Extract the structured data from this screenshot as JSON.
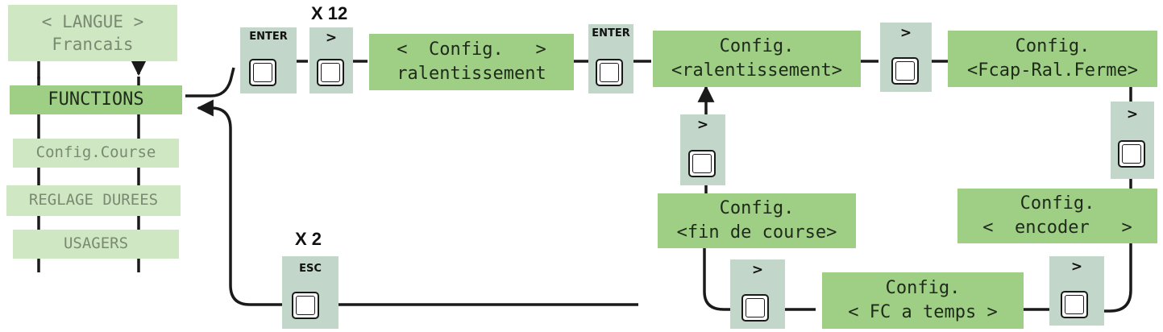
{
  "menu": {
    "langue_line1": "< LANGUE >",
    "langue_line2": "Francais",
    "functions": "FUNCTIONS",
    "config_course": "Config.Course",
    "reglage_durees": "REGLAGE DUREES",
    "usagers": "USAGERS"
  },
  "keys": {
    "enter": "ENTER",
    "next": ">",
    "esc": "ESC"
  },
  "multipliers": {
    "enter_repeat": "X 12",
    "esc_repeat": "X 2"
  },
  "screens": {
    "ralentissement_menu": {
      "line1": "<  Config.   >",
      "line2": "ralentissement"
    },
    "ralentissement_selected": {
      "line1": "Config.",
      "line2": "<ralentissement>"
    },
    "fcap_ral_ferme": {
      "line1": "Config.",
      "line2": "<Fcap-Ral.Ferme>"
    },
    "encoder": {
      "line1": "Config.",
      "line2": "<  encoder   >"
    },
    "fc_temps": {
      "line1": "Config.",
      "line2": "< FC a temps >"
    },
    "fin_de_course": {
      "line1": "Config.",
      "line2": "<fin de course>"
    }
  },
  "colors": {
    "lcd_green": "#9fce85",
    "lcd_faded": "#cfe7c2",
    "key_background": "#c3d6ca",
    "line": "#1a1a1a"
  }
}
